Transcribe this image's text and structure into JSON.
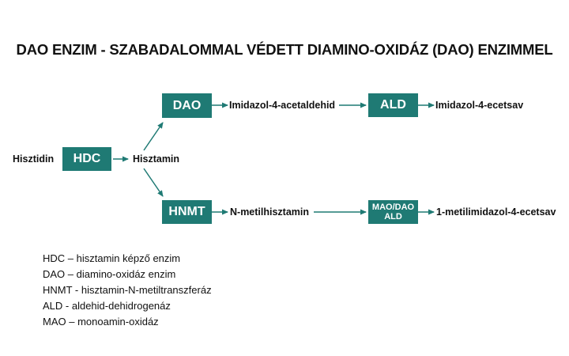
{
  "title": "DAO ENZIM - SZABADALOMMAL VÉDETT DIAMINO-OXIDÁZ (DAO) ENZIMMEL",
  "colors": {
    "box_fill": "#1f7a74",
    "box_text": "#ffffff",
    "arrow": "#1f7a74"
  },
  "nodes": {
    "histidine": "Hisztidin",
    "hdc": "HDC",
    "histamine": "Hisztamin",
    "dao": "DAO",
    "imidazole_acetaldehyde": "Imidazol-4-acetaldehid",
    "ald": "ALD",
    "imidazole_acetic_acid": "Imidazol-4-ecetsav",
    "hnmt": "HNMT",
    "n_methylhistamine": "N-metilhisztamin",
    "mao_dao_line1": "MAO/DAO",
    "mao_dao_line2": "ALD",
    "methylimidazole_acetic_acid": "1-metilimidazol-4-ecetsav"
  },
  "legend": [
    "HDC – hisztamin képző enzim",
    "DAO – diamino-oxidáz enzim",
    "HNMT - hisztamin-N-metiltranszferáz",
    "ALD - aldehid-dehidrogenáz",
    "MAO – monoamin-oxidáz"
  ]
}
